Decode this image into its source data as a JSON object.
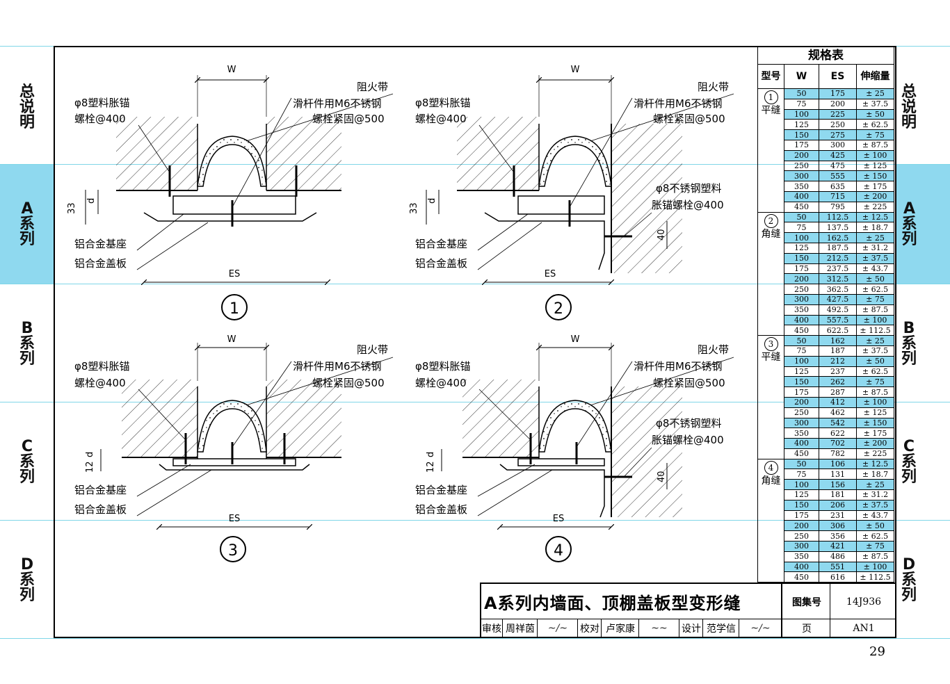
{
  "side_tabs": [
    {
      "label": "总说明",
      "active": false
    },
    {
      "label": "A系列",
      "active": true
    },
    {
      "label": "B系列",
      "active": false
    },
    {
      "label": "C系列",
      "active": false
    },
    {
      "label": "D系列",
      "active": false
    }
  ],
  "details": [
    {
      "number": "1",
      "fire_strip": "阻火带",
      "anchor_line1": "φ8塑料胀锚",
      "anchor_line2": "螺栓@400",
      "slider_line1": "滑杆件用M6不锈钢",
      "slider_line2": "螺栓紧固@500",
      "base": "铝合金基座",
      "cover": "铝合金盖板",
      "dim_w": "W",
      "dim_es": "ES",
      "dim_d": "d",
      "dim_33": "33"
    },
    {
      "number": "2",
      "fire_strip": "阻火带",
      "anchor_line1": "φ8塑料胀锚",
      "anchor_line2": "螺栓@400",
      "slider_line1": "滑杆件用M6不锈钢",
      "slider_line2": "螺栓紧固@500",
      "base": "铝合金基座",
      "cover": "铝合金盖板",
      "ss_line1": "φ8不锈钢塑料",
      "ss_line2": "胀锚螺栓@400",
      "dim_w": "W",
      "dim_es": "ES",
      "dim_d": "d",
      "dim_33": "33",
      "dim_40": "40"
    },
    {
      "number": "3",
      "fire_strip": "阻火带",
      "anchor_line1": "φ8塑料胀锚",
      "anchor_line2": "螺栓@400",
      "slider_line1": "滑杆件用M6不锈钢",
      "slider_line2": "螺栓紧固@500",
      "base": "铝合金基座",
      "cover": "铝合金盖板",
      "dim_w": "W",
      "dim_es": "ES",
      "dim_d": "d",
      "dim_12": "12"
    },
    {
      "number": "4",
      "fire_strip": "阻火带",
      "anchor_line1": "φ8塑料胀锚",
      "anchor_line2": "螺栓@400",
      "slider_line1": "滑杆件用M6不锈钢",
      "slider_line2": "螺栓紧固@500",
      "base": "铝合金基座",
      "cover": "铝合金盖板",
      "ss_line1": "φ8不锈钢塑料",
      "ss_line2": "胀锚螺栓@400",
      "dim_w": "W",
      "dim_es": "ES",
      "dim_d": "d",
      "dim_12": "12",
      "dim_40": "40"
    }
  ],
  "spec_table": {
    "title": "规格表",
    "headers": [
      "型号",
      "W",
      "ES",
      "伸缩量"
    ],
    "groups": [
      {
        "num": "1",
        "type": "平缝",
        "rows": [
          [
            "50",
            "175",
            "± 25"
          ],
          [
            "75",
            "200",
            "± 37.5"
          ],
          [
            "100",
            "225",
            "± 50"
          ],
          [
            "125",
            "250",
            "± 62.5"
          ],
          [
            "150",
            "275",
            "± 75"
          ],
          [
            "175",
            "300",
            "± 87.5"
          ],
          [
            "200",
            "425",
            "± 100"
          ],
          [
            "250",
            "475",
            "± 125"
          ],
          [
            "300",
            "555",
            "± 150"
          ],
          [
            "350",
            "635",
            "± 175"
          ],
          [
            "400",
            "715",
            "± 200"
          ],
          [
            "450",
            "795",
            "± 225"
          ]
        ]
      },
      {
        "num": "2",
        "type": "角缝",
        "rows": [
          [
            "50",
            "112.5",
            "± 12.5"
          ],
          [
            "75",
            "137.5",
            "± 18.7"
          ],
          [
            "100",
            "162.5",
            "± 25"
          ],
          [
            "125",
            "187.5",
            "± 31.2"
          ],
          [
            "150",
            "212.5",
            "± 37.5"
          ],
          [
            "175",
            "237.5",
            "± 43.7"
          ],
          [
            "200",
            "312.5",
            "± 50"
          ],
          [
            "250",
            "362.5",
            "± 62.5"
          ],
          [
            "300",
            "427.5",
            "± 75"
          ],
          [
            "350",
            "492.5",
            "± 87.5"
          ],
          [
            "400",
            "557.5",
            "± 100"
          ],
          [
            "450",
            "622.5",
            "± 112.5"
          ]
        ]
      },
      {
        "num": "3",
        "type": "平缝",
        "rows": [
          [
            "50",
            "162",
            "± 25"
          ],
          [
            "75",
            "187",
            "± 37.5"
          ],
          [
            "100",
            "212",
            "± 50"
          ],
          [
            "125",
            "237",
            "± 62.5"
          ],
          [
            "150",
            "262",
            "± 75"
          ],
          [
            "175",
            "287",
            "± 87.5"
          ],
          [
            "200",
            "412",
            "± 100"
          ],
          [
            "250",
            "462",
            "± 125"
          ],
          [
            "300",
            "542",
            "± 150"
          ],
          [
            "350",
            "622",
            "± 175"
          ],
          [
            "400",
            "702",
            "± 200"
          ],
          [
            "450",
            "782",
            "± 225"
          ]
        ]
      },
      {
        "num": "4",
        "type": "角缝",
        "rows": [
          [
            "50",
            "106",
            "± 12.5"
          ],
          [
            "75",
            "131",
            "± 18.7"
          ],
          [
            "100",
            "156",
            "± 25"
          ],
          [
            "125",
            "181",
            "± 31.2"
          ],
          [
            "150",
            "206",
            "± 37.5"
          ],
          [
            "175",
            "231",
            "± 43.7"
          ],
          [
            "200",
            "306",
            "± 50"
          ],
          [
            "250",
            "356",
            "± 62.5"
          ],
          [
            "300",
            "421",
            "± 75"
          ],
          [
            "350",
            "486",
            "± 87.5"
          ],
          [
            "400",
            "551",
            "± 100"
          ],
          [
            "450",
            "616",
            "± 112.5"
          ]
        ]
      }
    ]
  },
  "title_block": {
    "drawing_title": "A系列内墙面、顶棚盖板型变形缝",
    "atlas_label": "图集号",
    "atlas_number": "14J936",
    "review_label": "审核",
    "reviewer": "周祥茵",
    "check_label": "校对",
    "checker": "卢家康",
    "design_label": "设计",
    "designer": "范学信",
    "page_label": "页",
    "page_code": "AN1"
  },
  "page_number": "29"
}
